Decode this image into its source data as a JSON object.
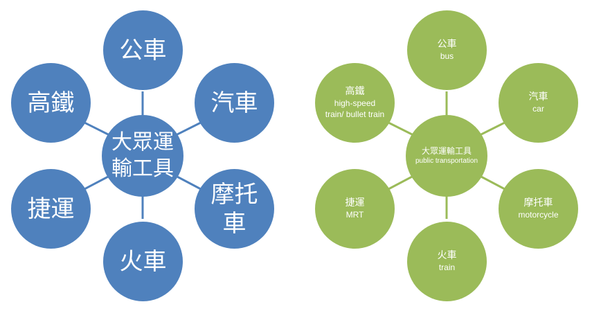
{
  "colors": {
    "blue_node": "#4f81bd",
    "green_node": "#9bbb59",
    "blue_link": "#4f81bd",
    "green_link": "#9bbb59"
  },
  "left_diagram": {
    "hub": "大眾運輸工具",
    "spokes": {
      "top": "公車",
      "top_right": "汽車",
      "bottom_right": "摩托車",
      "bottom": "火車",
      "bottom_left": "捷運",
      "top_left": "高鐵"
    }
  },
  "right_diagram": {
    "hub": {
      "zh": "大眾運輸工具",
      "en": "public transportation"
    },
    "spokes": {
      "top": {
        "zh": "公車",
        "en": "bus"
      },
      "top_right": {
        "zh": "汽車",
        "en": "car"
      },
      "bottom_right": {
        "zh": "摩托車",
        "en": "motorcycle"
      },
      "bottom": {
        "zh": "火車",
        "en": "train"
      },
      "bottom_left": {
        "zh": "捷運",
        "en": "MRT"
      },
      "top_left": {
        "zh": "高鐵",
        "en": "high-speed train/ bullet train"
      }
    }
  }
}
